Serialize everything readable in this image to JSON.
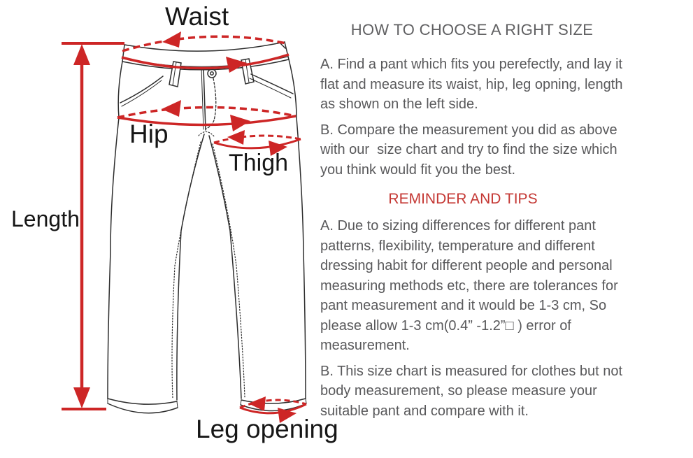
{
  "diagram": {
    "labels": {
      "waist": "Waist",
      "hip": "Hip",
      "thigh": "Thigh",
      "length": "Length",
      "leg_opening": "Leg opening"
    }
  },
  "howto": {
    "title": "HOW TO CHOOSE A RIGHT SIZE",
    "step_a": "A. Find a pant which fits you perefectly, and lay it\nflat and measure its waist, hip, leg opning, length\nas shown on the left side.",
    "step_b": "B. Compare the measurement you did as above\nwith our  size chart and try to find the size which\nyou think would fit you the best."
  },
  "tips": {
    "title": "REMINDER AND TIPS",
    "item_a": "A. Due to sizing differences for different pant\npatterns, flexibility, temperature and different\ndressing habit for different people and personal\nmeasuring methods etc, there are tolerances for\npant measurement and it would be 1-3 cm, So\nplease allow 1-3 cm(0.4” -1.2”□ ) error of\nmeasurement.",
    "item_b": "B. This size chart is measured for clothes but not\nbody measurement, so please measure your\nsuitable pant and compare with it."
  },
  "colors": {
    "measure_red": "#cd2626",
    "tips_title_red": "#c43733",
    "body_text": "#59595b",
    "heading_text": "#606062",
    "label_text": "#161616",
    "line_art": "#2d2d2d",
    "background": "#ffffff"
  }
}
